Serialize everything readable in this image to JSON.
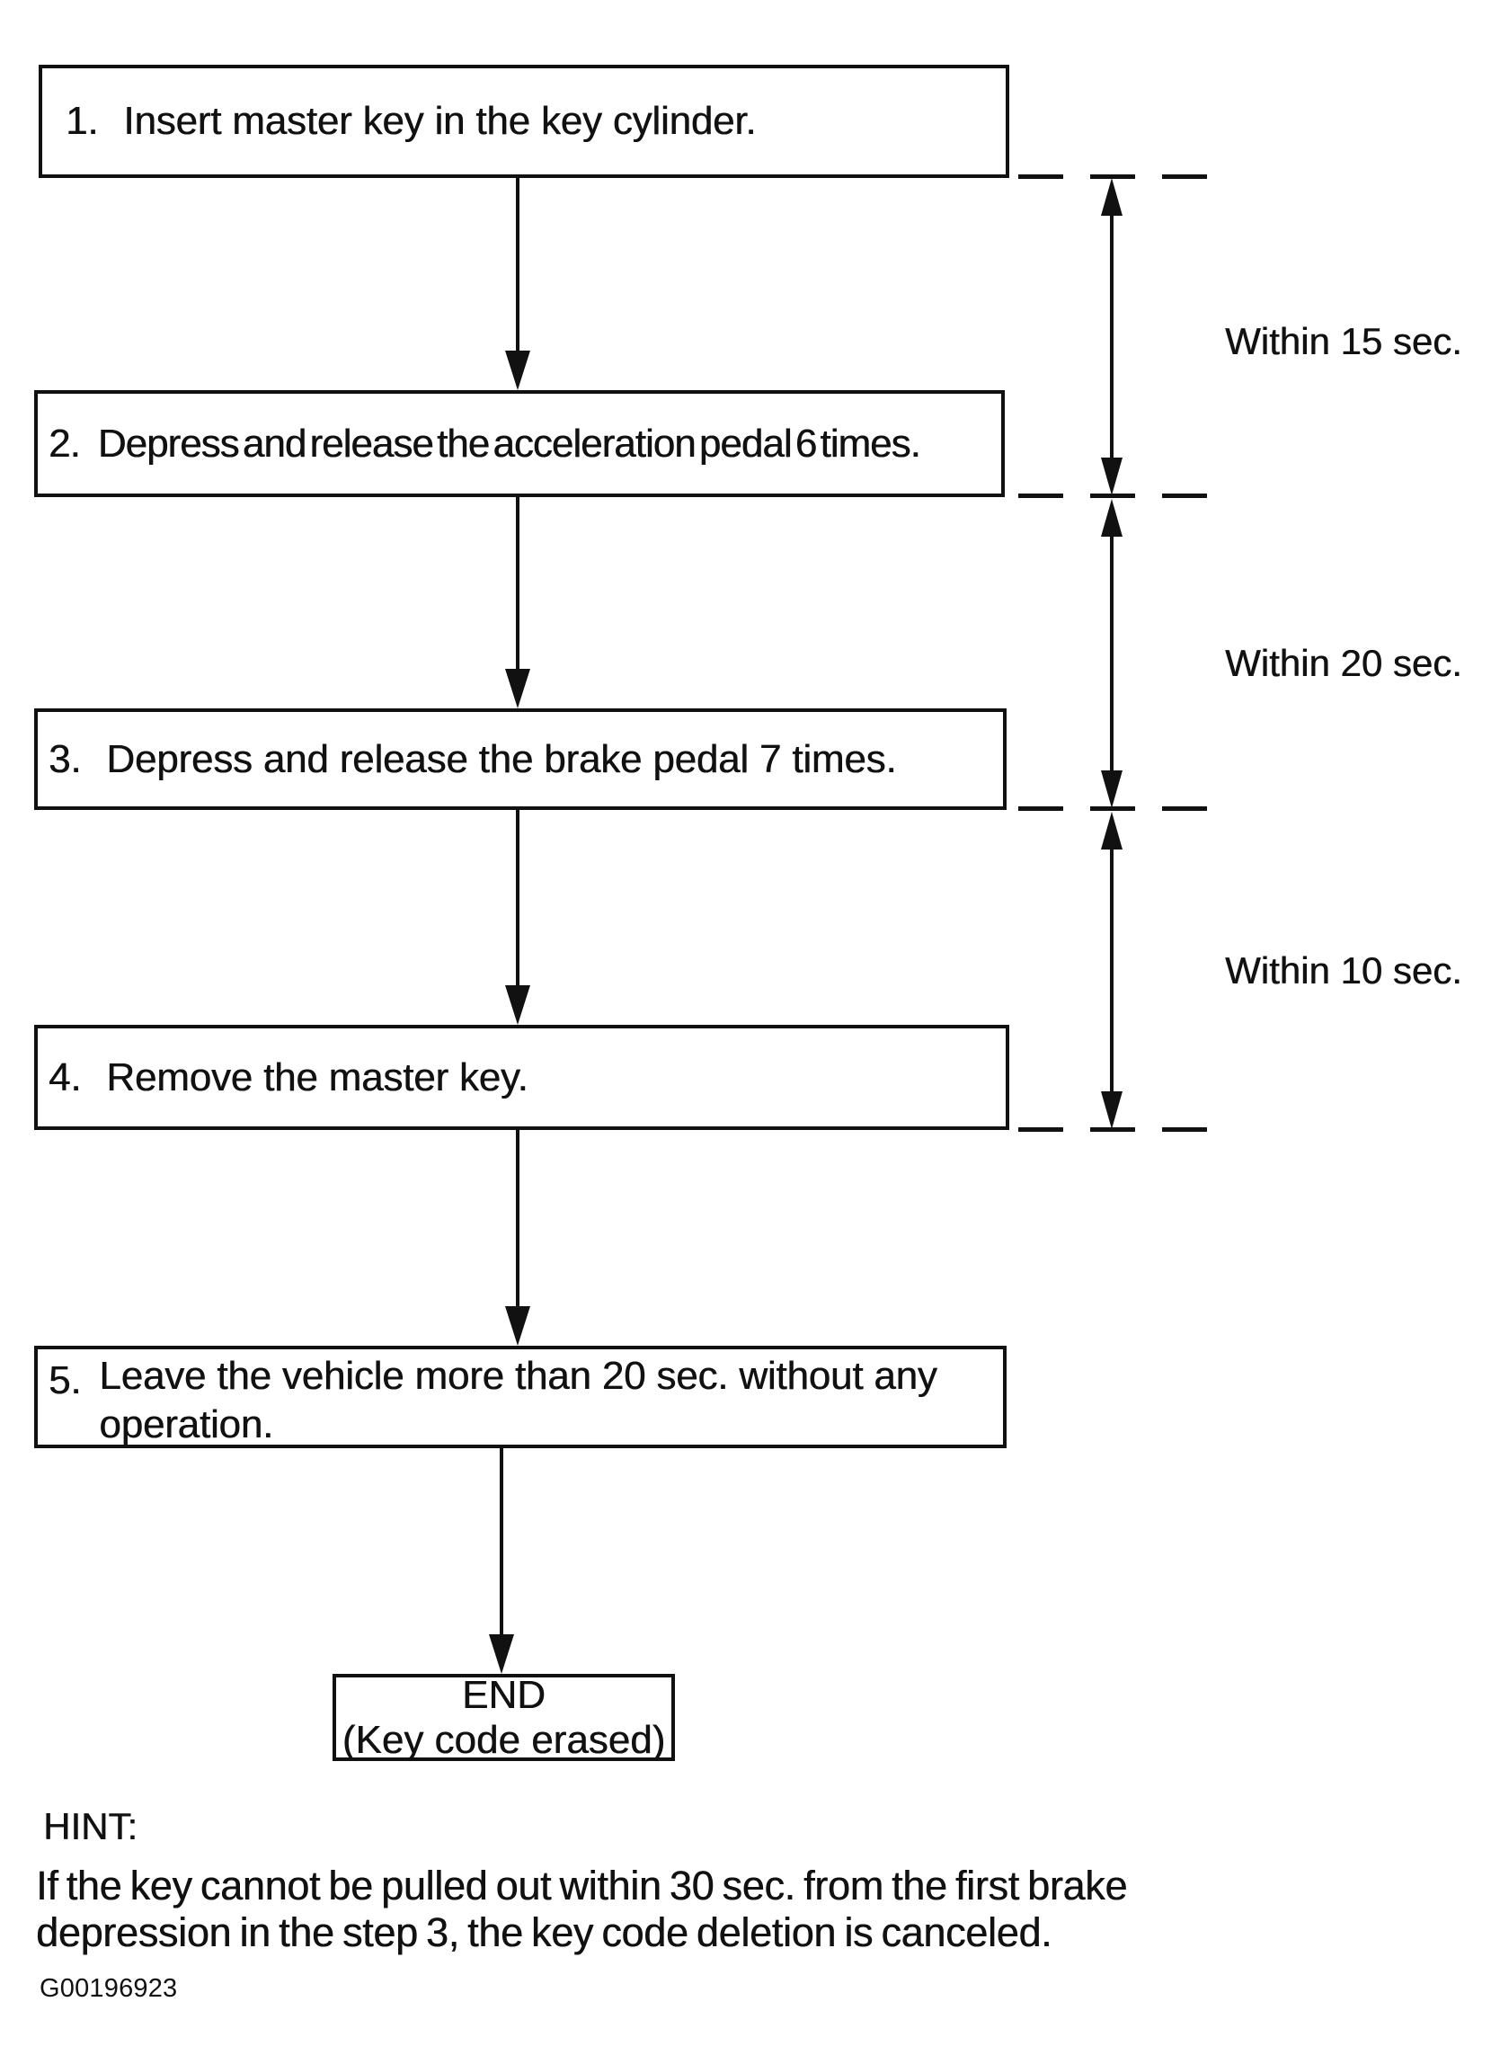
{
  "colors": {
    "ink": "#111111",
    "paper": "#ffffff"
  },
  "icons": {
    "flow_arrowhead": "▼",
    "measure_arrow": "↕"
  },
  "flowchart": {
    "steps": [
      {
        "number": "1.",
        "text": "Insert master key in the key cylinder."
      },
      {
        "number": "2.",
        "text": "Depress and release the acceleration pedal 6 times."
      },
      {
        "number": "3.",
        "text": "Depress and release the brake pedal 7 times."
      },
      {
        "number": "4.",
        "text": "Remove the master key."
      },
      {
        "number": "5.",
        "line1": "Leave the vehicle more than 20 sec. without any",
        "line2": "operation."
      }
    ],
    "end_box": {
      "line1": "END",
      "line2": "(Key code erased)"
    },
    "timing_labels": [
      {
        "text": "Within 15 sec."
      },
      {
        "text": "Within 20 sec."
      },
      {
        "text": "Within 10 sec."
      }
    ]
  },
  "hint": {
    "heading": "HINT:",
    "line1": "If the key cannot be pulled out within 30 sec. from the first brake",
    "line2": "depression in the step 3, the key code deletion is canceled."
  },
  "figure_id": "G00196923"
}
